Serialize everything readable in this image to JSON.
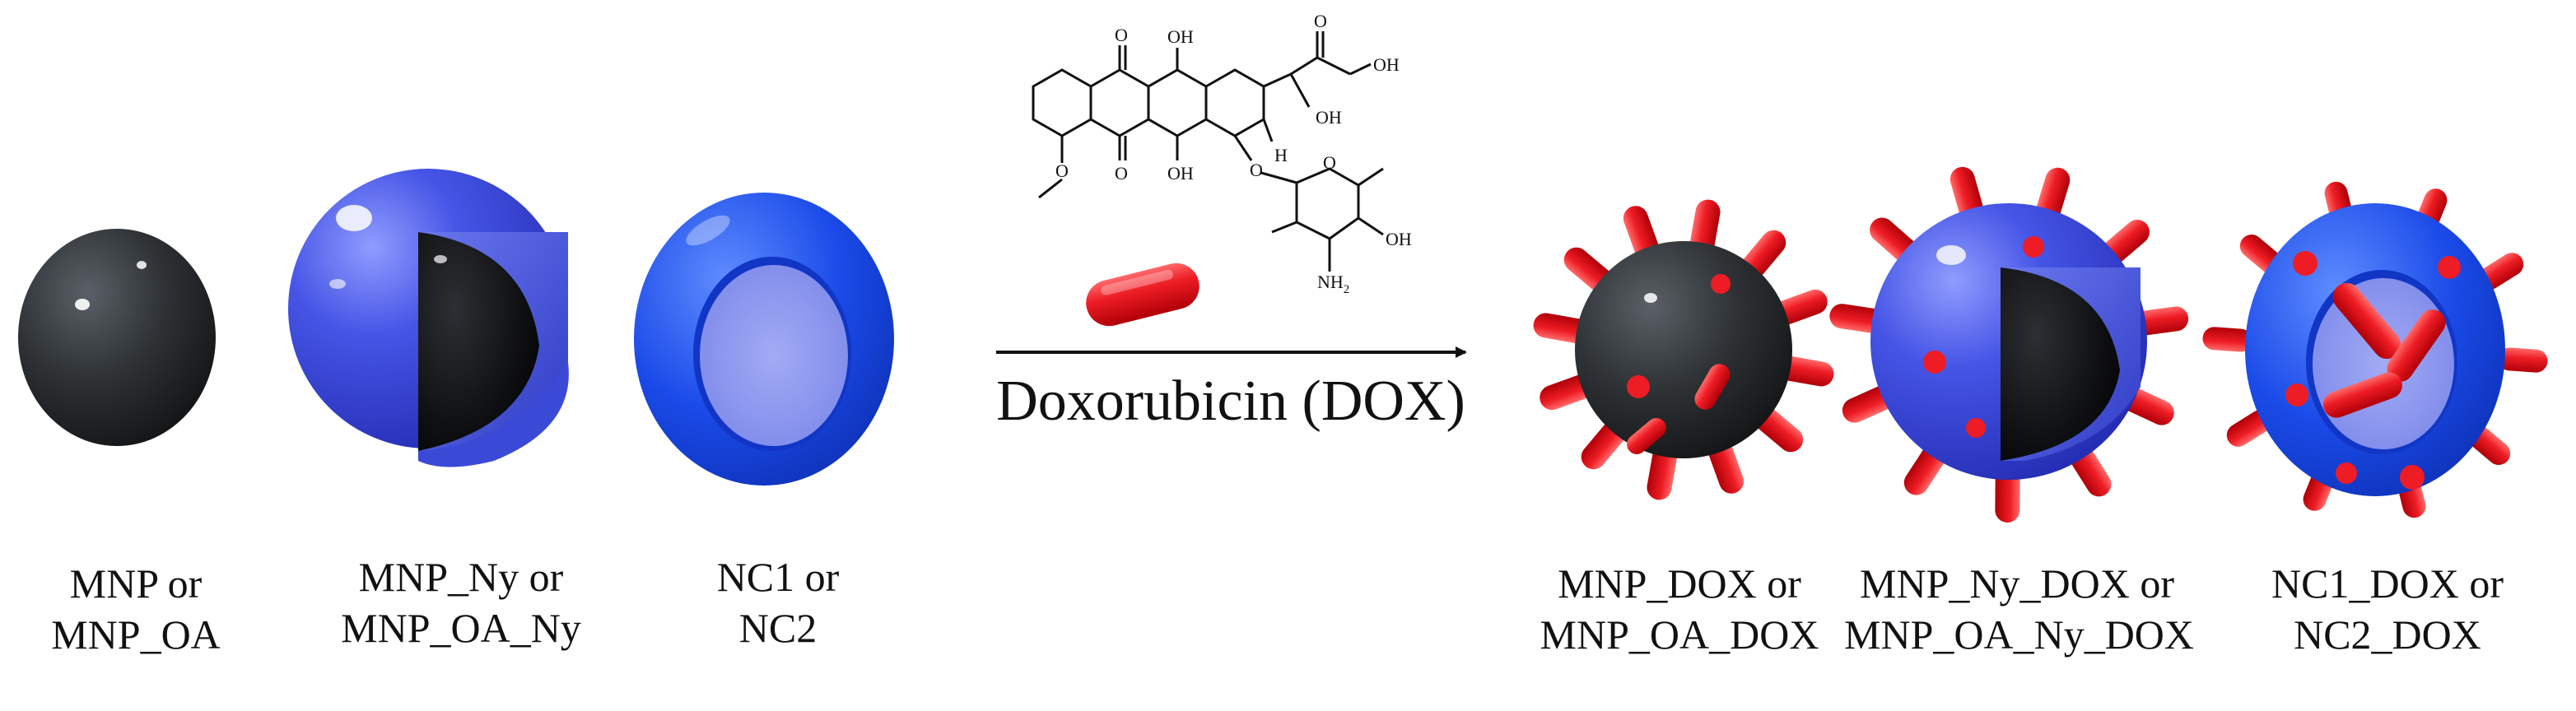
{
  "reagent": {
    "label": "Doxorubicin (DOX)"
  },
  "molecule_atoms": {
    "oxygen": "O",
    "hydroxyl": "OH",
    "hydrogen": "H",
    "amine": "NH",
    "amine_sub": "2"
  },
  "particles": [
    {
      "line1": "MNP or",
      "line2": "MNP_OA"
    },
    {
      "line1": "MNP_Ny or",
      "line2": "MNP_OA_Ny"
    },
    {
      "line1": "NC1 or",
      "line2": "NC2"
    },
    {
      "line1": "MNP_DOX or",
      "line2": "MNP_OA_DOX"
    },
    {
      "line1": "MNP_Ny_DOX or",
      "line2": "MNP_OA_Ny_DOX"
    },
    {
      "line1": "NC1_DOX or",
      "line2": "NC2_DOX"
    }
  ],
  "colors": {
    "core": "#2f3234",
    "shell": "#3f4ee0",
    "ring": "#1a49e8",
    "ring_inner": "#8f9af0",
    "drug": "#ee1c24"
  }
}
